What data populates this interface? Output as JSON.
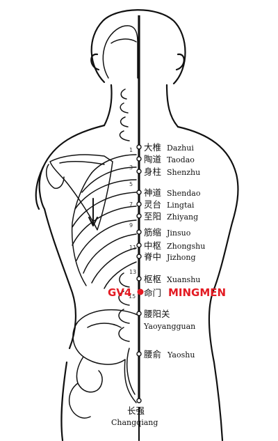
{
  "colors": {
    "highlight": "#e31b23",
    "ink": "#111111"
  },
  "highlight": {
    "code": "GV4",
    "cn": "命门",
    "name": "MINGMEN"
  },
  "points": [
    {
      "cn": "大椎",
      "pinyin": "Dazhui"
    },
    {
      "cn": "陶道",
      "pinyin": "Taodao"
    },
    {
      "cn": "身柱",
      "pinyin": "Shenzhu"
    },
    {
      "cn": "神道",
      "pinyin": "Shendao"
    },
    {
      "cn": "灵台",
      "pinyin": "Lingtai"
    },
    {
      "cn": "至阳",
      "pinyin": "Zhiyang"
    },
    {
      "cn": "筋缩",
      "pinyin": "Jinsuo"
    },
    {
      "cn": "中枢",
      "pinyin": "Zhongshu"
    },
    {
      "cn": "脊中",
      "pinyin": "Jizhong"
    },
    {
      "cn": "",
      "pinyin": "Xuanshu"
    },
    {
      "cn": "腰阳关",
      "pinyin": "Yaoyangguan"
    },
    {
      "cn": "腰俞",
      "pinyin": "Yaoshu"
    },
    {
      "cn": "长强",
      "pinyin": "Changqiang"
    }
  ],
  "vertebra_numbers": [
    "1",
    "3",
    "5",
    "7",
    "9",
    "11",
    "13",
    "15"
  ]
}
